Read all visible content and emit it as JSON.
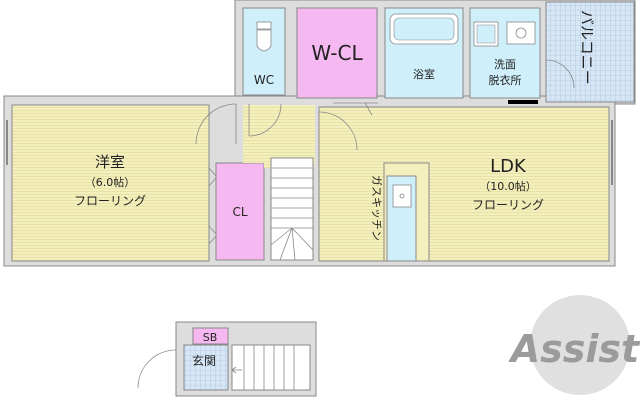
{
  "floorplan": {
    "rooms": {
      "western": {
        "name": "洋室",
        "size": "（6.0帖）",
        "floor": "フローリング"
      },
      "ldk": {
        "name": "LDK",
        "size": "（10.0帖）",
        "floor": "フローリング"
      },
      "wc": {
        "name": "WC"
      },
      "wcl": {
        "name": "W-CL"
      },
      "bath": {
        "name": "浴室"
      },
      "washroom": {
        "line1": "洗面",
        "line2": "脱衣所"
      },
      "balcony": {
        "name": "バルコニー"
      },
      "closet": {
        "name": "CL"
      },
      "kitchen": {
        "name": "ガスキッチン"
      },
      "shoebox": {
        "name": "SB"
      },
      "entrance": {
        "name": "玄関"
      }
    },
    "colors": {
      "flooring": "#F4F0BE",
      "closet": "#F5B8F0",
      "water": "#CFEFFA",
      "entrance_tile": "#C9DDF2",
      "wall": "#888888"
    }
  },
  "logo": {
    "text": "Assist"
  }
}
